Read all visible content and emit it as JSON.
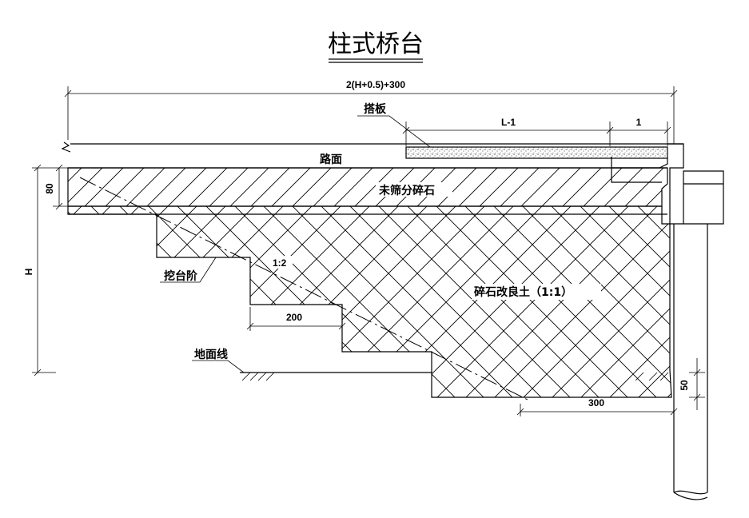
{
  "title": "柱式桥台",
  "labels": {
    "approach_slab": "搭板",
    "road_surface": "路面",
    "unscreened_gravel": "未筛分碎石",
    "step_cut": "挖台阶",
    "slope": "1:2",
    "improved_soil": "碎石改良土（1:1）",
    "ground_line": "地面线"
  },
  "dimensions": {
    "total_length": "2(H+0.5)+300",
    "slab_length": "L-1",
    "slab_end": "1",
    "gravel_thickness": "80",
    "height": "H",
    "step_width": "200",
    "bottom_width": "300",
    "bottom_depth": "50"
  }
}
